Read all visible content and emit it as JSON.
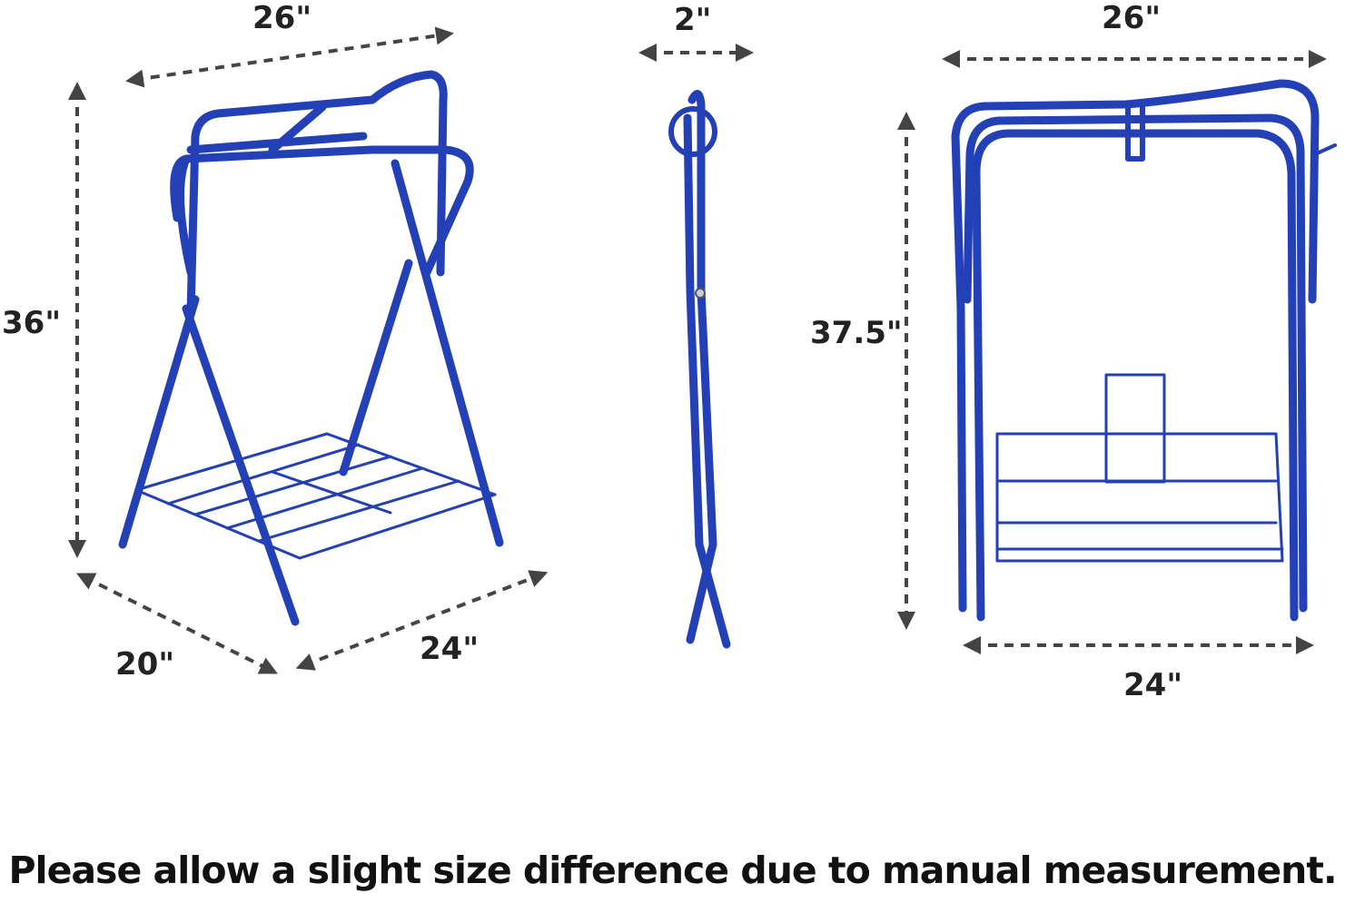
{
  "colors": {
    "frame": "#2340b6",
    "dimension": "#444444"
  },
  "views": {
    "perspective": {
      "top_width": "26\"",
      "height": "36\"",
      "depth": "20\"",
      "bottom_width": "24\""
    },
    "side": {
      "folded_depth": "2\""
    },
    "front": {
      "top_width": "26\"",
      "height": "37.5\"",
      "bottom_width": "24\""
    }
  },
  "caption": "Please allow a slight size difference due to manual measurement."
}
